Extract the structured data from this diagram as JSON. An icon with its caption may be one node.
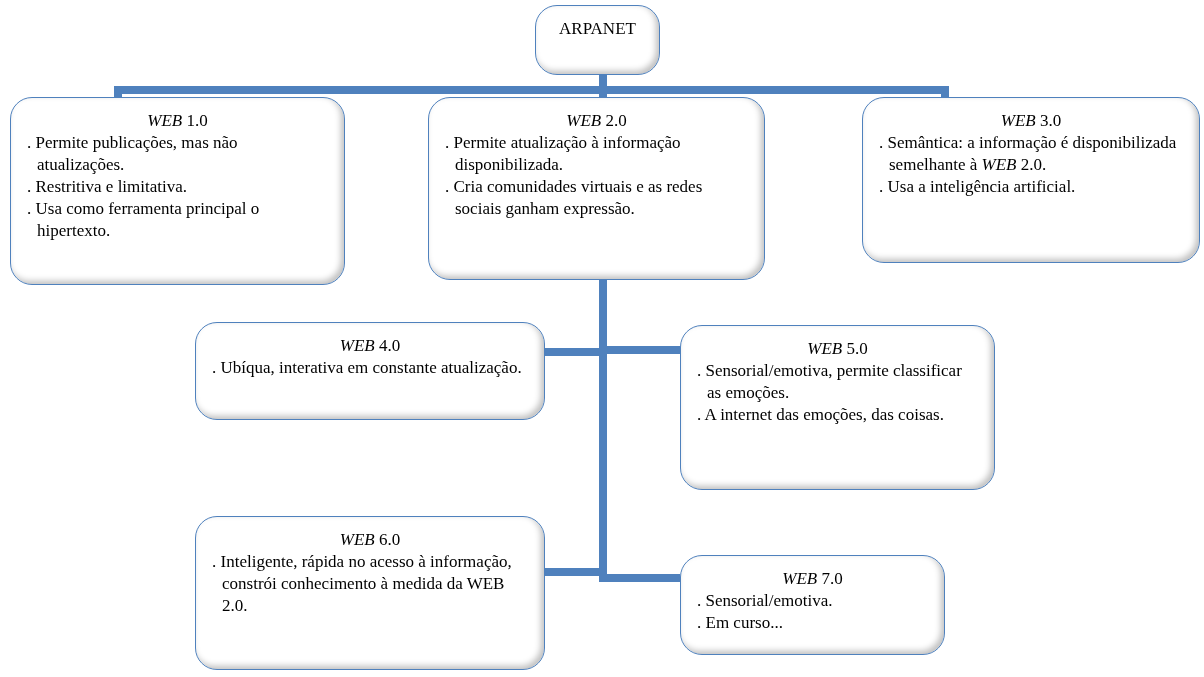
{
  "diagram": {
    "nodes": [
      {
        "text": [
          "ARPANET"
        ]
      },
      {
        "text": [
          "*WEB* 1.0",
          ". Permite publicações, mas não atualizações.",
          ". Restritiva e limitativa.",
          ". Usa como ferramenta principal o hipertexto."
        ]
      },
      {
        "text": [
          "*WEB* 2.0",
          ". Permite atualização à informação disponibilizada.",
          ". Cria comunidades virtuais e as redes sociais ganham expressão."
        ]
      },
      {
        "text": [
          "*WEB* 3.0",
          ". Semântica: a informação é disponibilizada semelhante à *WEB* 2.0.",
          ". Usa a inteligência artificial."
        ]
      },
      {
        "text": [
          "*WEB* 4.0",
          ". Ubíqua, interativa em constante atualização."
        ]
      },
      {
        "text": [
          "*WEB* 5.0",
          ". Sensorial/emotiva, permite classificar as emoções.",
          ". A internet das emoções, das coisas."
        ]
      },
      {
        "text": [
          "*WEB* 6.0",
          ". Inteligente, rápida no acesso à informação, constrói conhecimento à medida da WEB 2.0."
        ]
      },
      {
        "text": [
          "*WEB* 7.0",
          ". Sensorial/emotiva.",
          ". Em curso..."
        ]
      }
    ],
    "edges": [
      {
        "from": 0,
        "to": 1,
        "arrow": "none"
      },
      {
        "from": 0,
        "to": 2,
        "arrow": "none"
      },
      {
        "from": 0,
        "to": 3,
        "arrow": "none"
      },
      {
        "from": 2,
        "to": 4,
        "arrow": "none"
      },
      {
        "from": 2,
        "to": 5,
        "arrow": "none"
      },
      {
        "from": 2,
        "to": 6,
        "arrow": "none"
      },
      {
        "from": 2,
        "to": 7,
        "arrow": "none"
      }
    ]
  }
}
